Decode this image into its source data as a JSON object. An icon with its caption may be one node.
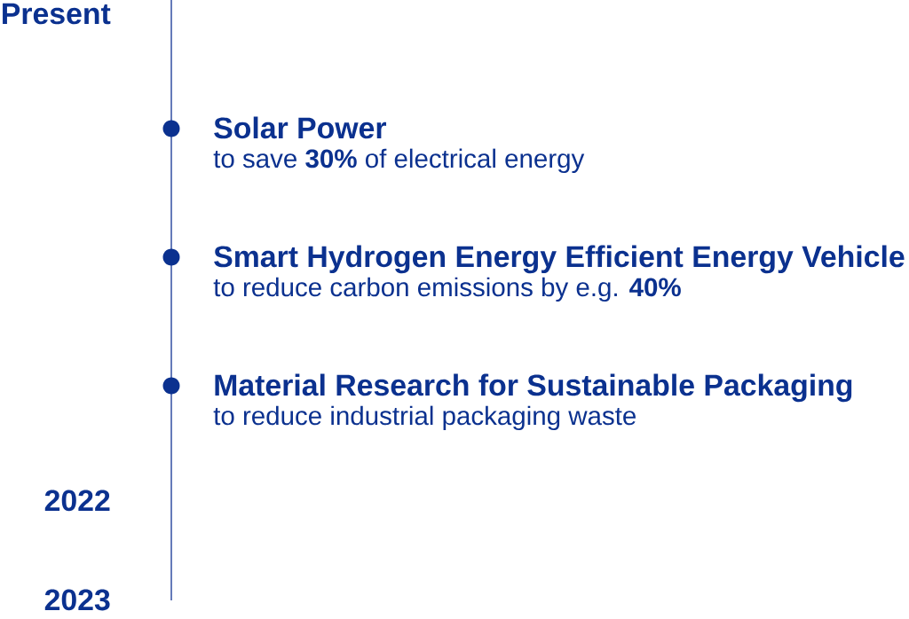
{
  "diagram": {
    "nodes": [
      {
        "text": [],
        "shape": "circle",
        "beside": [
          "Solar Power",
          "to save **30%** of electrical energy"
        ]
      },
      {
        "text": [],
        "shape": "circle",
        "beside": [
          "Smart Hydrogen Energy Efficient Energy Vehicle",
          "to reduce carbon emissions by e.g. **40%**"
        ]
      },
      {
        "text": [],
        "shape": "circle",
        "beside": [
          "Material Research for Sustainable Packaging",
          "to reduce industrial packaging waste"
        ]
      }
    ],
    "labels": [
      "Present",
      "2022",
      "2023"
    ]
  }
}
